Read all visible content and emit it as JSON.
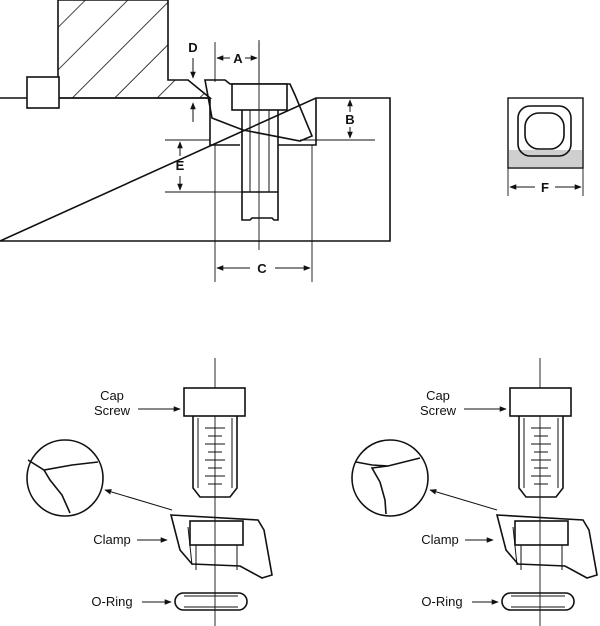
{
  "dimensions": {
    "a": "A",
    "b": "B",
    "c": "C",
    "d": "D",
    "e": "E",
    "f": "F"
  },
  "left_assembly": {
    "cap_screw_line1": "Cap",
    "cap_screw_line2": "Screw",
    "clamp": "Clamp",
    "o_ring": "O-Ring"
  },
  "right_assembly": {
    "cap_screw_line1": "Cap",
    "cap_screw_line2": "Screw",
    "clamp": "Clamp",
    "o_ring": "O-Ring"
  },
  "colors": {
    "line": "#111111",
    "shading": "#cfcfcf",
    "background": "#ffffff"
  }
}
